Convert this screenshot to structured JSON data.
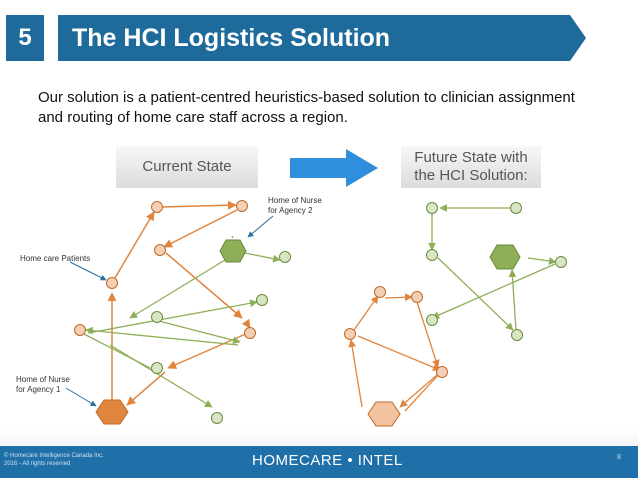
{
  "header": {
    "section_number": "5",
    "title": "The HCI Logistics Solution",
    "accent_color": "#1e6a9a"
  },
  "intro": {
    "text": "Our solution is a patient-centred heuristics-based solution to clinician assignment and routing of home care staff across a region."
  },
  "states": {
    "current_label": "Current State",
    "future_label_line1": "Future State with",
    "future_label_line2": "the HCI Solution:"
  },
  "annotations": {
    "home_nurse_agency2_line1": "Home of Nurse",
    "home_nurse_agency2_line2": "for Agency 2",
    "home_care_patients": "Home care Patients",
    "home_nurse_agency1_line1": "Home of Nurse",
    "home_nurse_agency1_line2": "for Agency 1"
  },
  "colors": {
    "agency1": "#e0853e",
    "agency2": "#8fae58",
    "patient_green_fill": "#d9e6c3",
    "patient_orange_fill": "#f3cfb6"
  },
  "footer": {
    "copyright_line1": "© Homecare Intelligence Canada Inc.",
    "copyright_line2": "2016 - All rights reserved",
    "brand": "HOMECARE • INTEL",
    "page_number": "8"
  }
}
